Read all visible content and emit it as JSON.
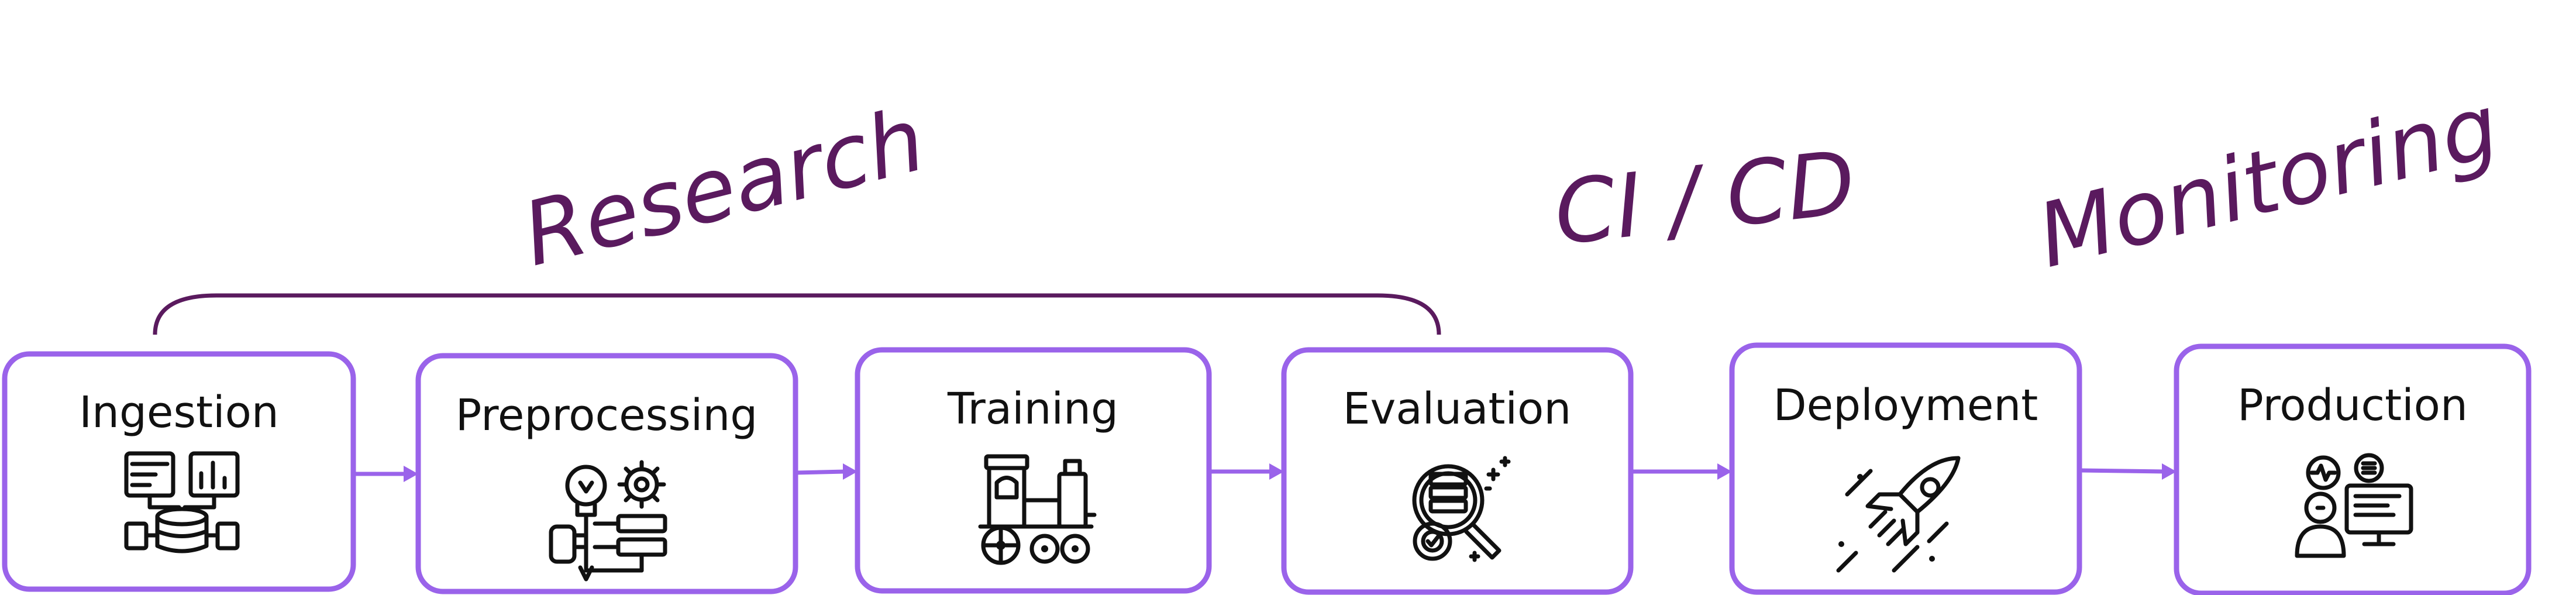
{
  "phases": {
    "research": "Research",
    "cicd": "CI / CD",
    "monitoring": "Monitoring"
  },
  "stages": [
    {
      "label": "Ingestion",
      "icon": "data-ingestion-icon"
    },
    {
      "label": "Preprocessing",
      "icon": "preprocessing-icon"
    },
    {
      "label": "Training",
      "icon": "train-locomotive-icon"
    },
    {
      "label": "Evaluation",
      "icon": "magnifier-evaluation-icon"
    },
    {
      "label": "Deployment",
      "icon": "rocket-icon"
    },
    {
      "label": "Production",
      "icon": "monitoring-dashboard-icon"
    }
  ],
  "colors": {
    "box_border": "#9a63ea",
    "arrow": "#9a63ea",
    "phase_text": "#5a1a5e",
    "bracket": "#5a1a5e"
  }
}
